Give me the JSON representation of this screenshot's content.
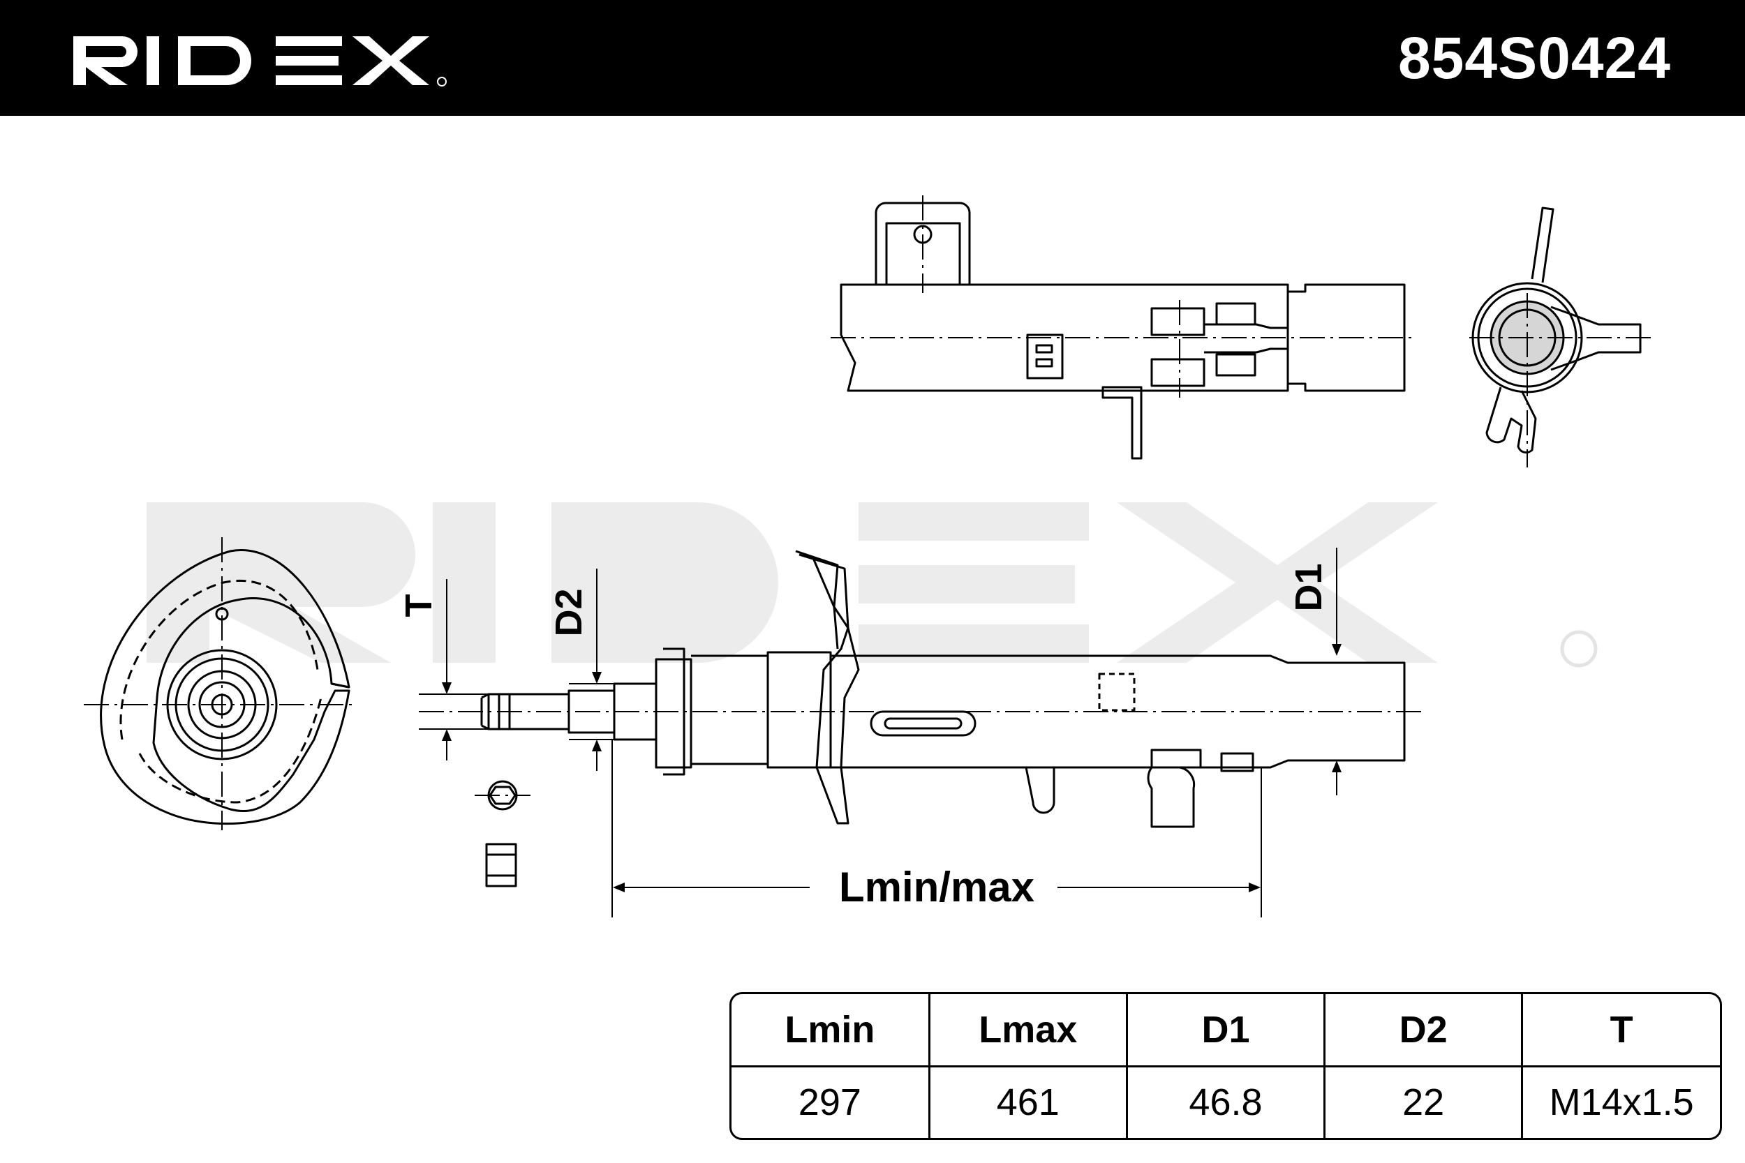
{
  "header": {
    "brand": "RIDEX",
    "part_number": "854S0424"
  },
  "dimensions": {
    "t": "T",
    "d2": "D2",
    "d1": "D1",
    "length": "Lmin/max"
  },
  "spec_table": {
    "headers": [
      "Lmin",
      "Lmax",
      "D1",
      "D2",
      "T"
    ],
    "values": [
      "297",
      "461",
      "46.8",
      "22",
      "M14x1.5"
    ]
  }
}
